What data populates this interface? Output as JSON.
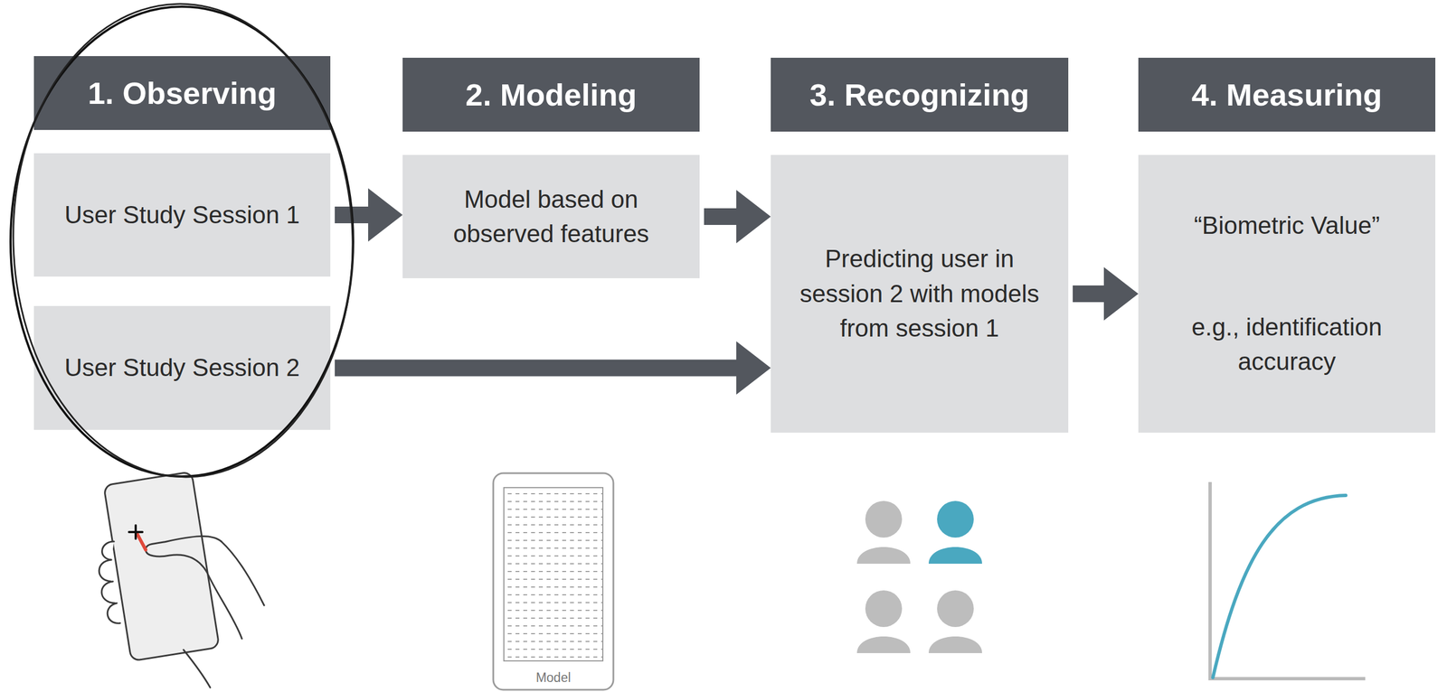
{
  "diagram": {
    "nodes": [
      {
        "text": [
          "1. Observing"
        ]
      },
      {
        "text": [
          "User Study Session 1"
        ]
      },
      {
        "text": [
          "User Study Session 2"
        ]
      },
      {
        "text": [
          "2. Modeling"
        ]
      },
      {
        "text": [
          "Model based on observed features"
        ]
      },
      {
        "text": [
          "3. Recognizing"
        ]
      },
      {
        "text": [
          "Predicting user in session 2 with models from session 1"
        ]
      },
      {
        "text": [
          "4. Measuring"
        ]
      },
      {
        "text": [
          "“Biometric Value”",
          "e.g., identification accuracy"
        ]
      }
    ],
    "edges": [
      {
        "from": 1,
        "to": 4,
        "arrow": "to"
      },
      {
        "from": 4,
        "to": 6,
        "arrow": "to"
      },
      {
        "from": 2,
        "to": 6,
        "arrow": "to"
      },
      {
        "from": 6,
        "to": 8,
        "arrow": "to"
      }
    ],
    "labels": [
      "Model"
    ]
  }
}
